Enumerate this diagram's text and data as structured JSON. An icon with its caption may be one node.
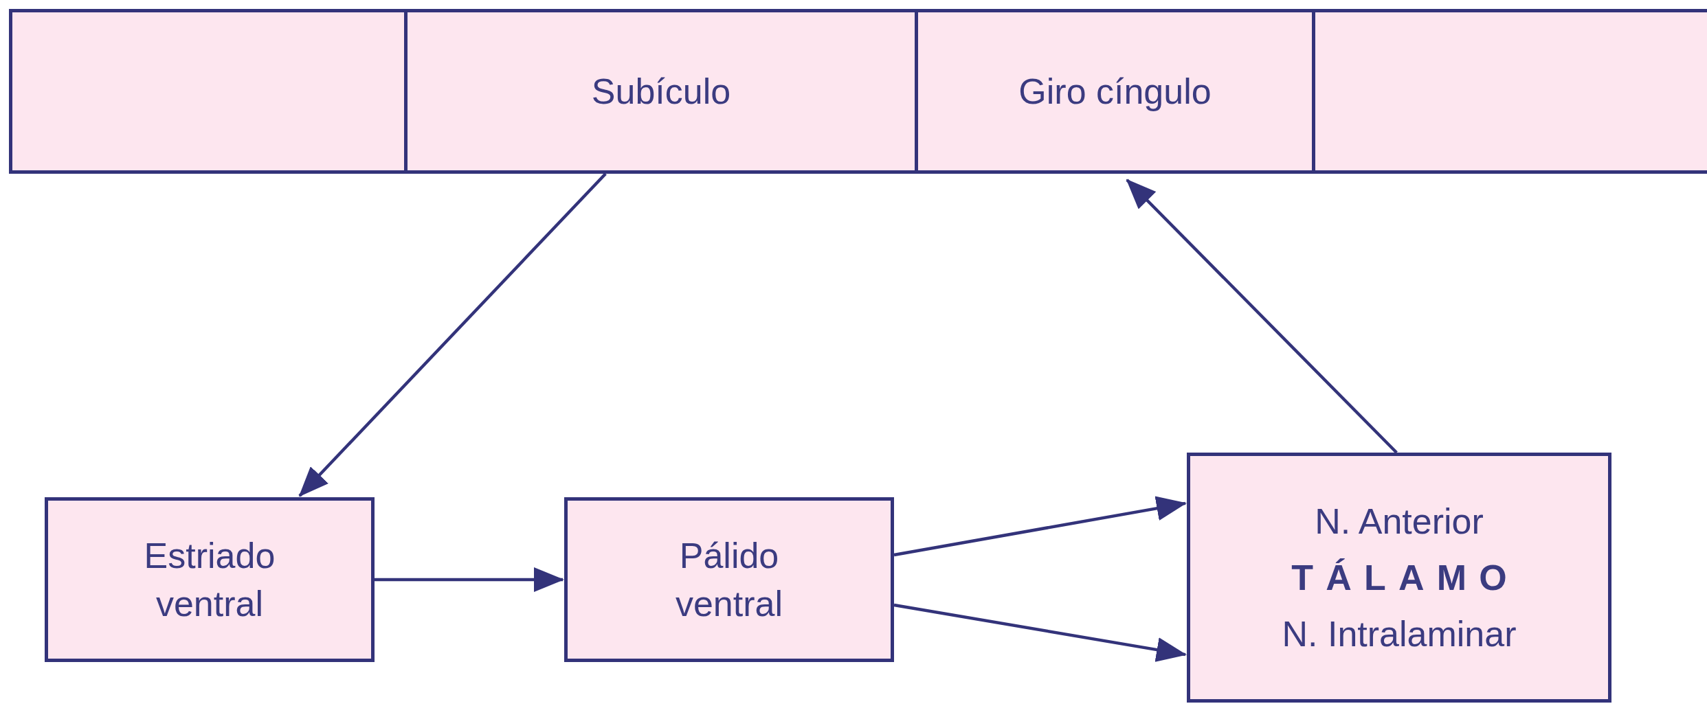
{
  "diagram": {
    "nodes": [
      {
        "text": [],
        "shape": "box"
      },
      {
        "text": [
          "Subículo"
        ]
      },
      {
        "text": [
          "Giro cíngulo"
        ]
      },
      {
        "text": [],
        "shape": "box"
      },
      {
        "text": [
          "Estriado ventral"
        ]
      },
      {
        "text": [
          "Pálido ventral"
        ]
      },
      {
        "text": [
          "N. Anterior",
          "TÁLAMO",
          "N. Intralaminar"
        ]
      }
    ],
    "edges": [
      {
        "from": 1,
        "to": 4,
        "arrow": "to"
      },
      {
        "from": 4,
        "to": 5,
        "arrow": "to"
      },
      {
        "from": 5,
        "to": 6,
        "arrow": "to"
      },
      {
        "from": 5,
        "to": 6,
        "arrow": "to"
      },
      {
        "from": 6,
        "to": 2,
        "arrow": "to"
      }
    ]
  }
}
